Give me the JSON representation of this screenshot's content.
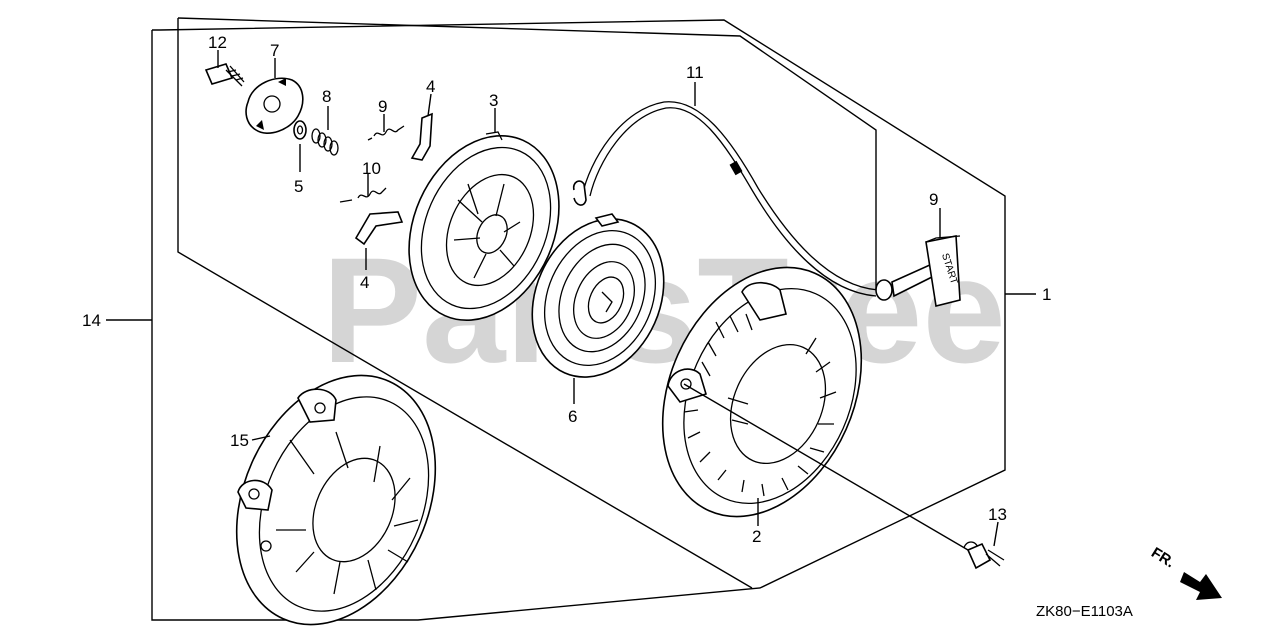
{
  "watermark": "PartsTree",
  "diagram_code": "ZK80−E1103A",
  "direction_label": "FR.",
  "handle_text": "START",
  "callouts": [
    "1",
    "2",
    "3",
    "4",
    "4",
    "5",
    "6",
    "7",
    "8",
    "9",
    "9",
    "10",
    "11",
    "12",
    "13",
    "14",
    "15"
  ]
}
